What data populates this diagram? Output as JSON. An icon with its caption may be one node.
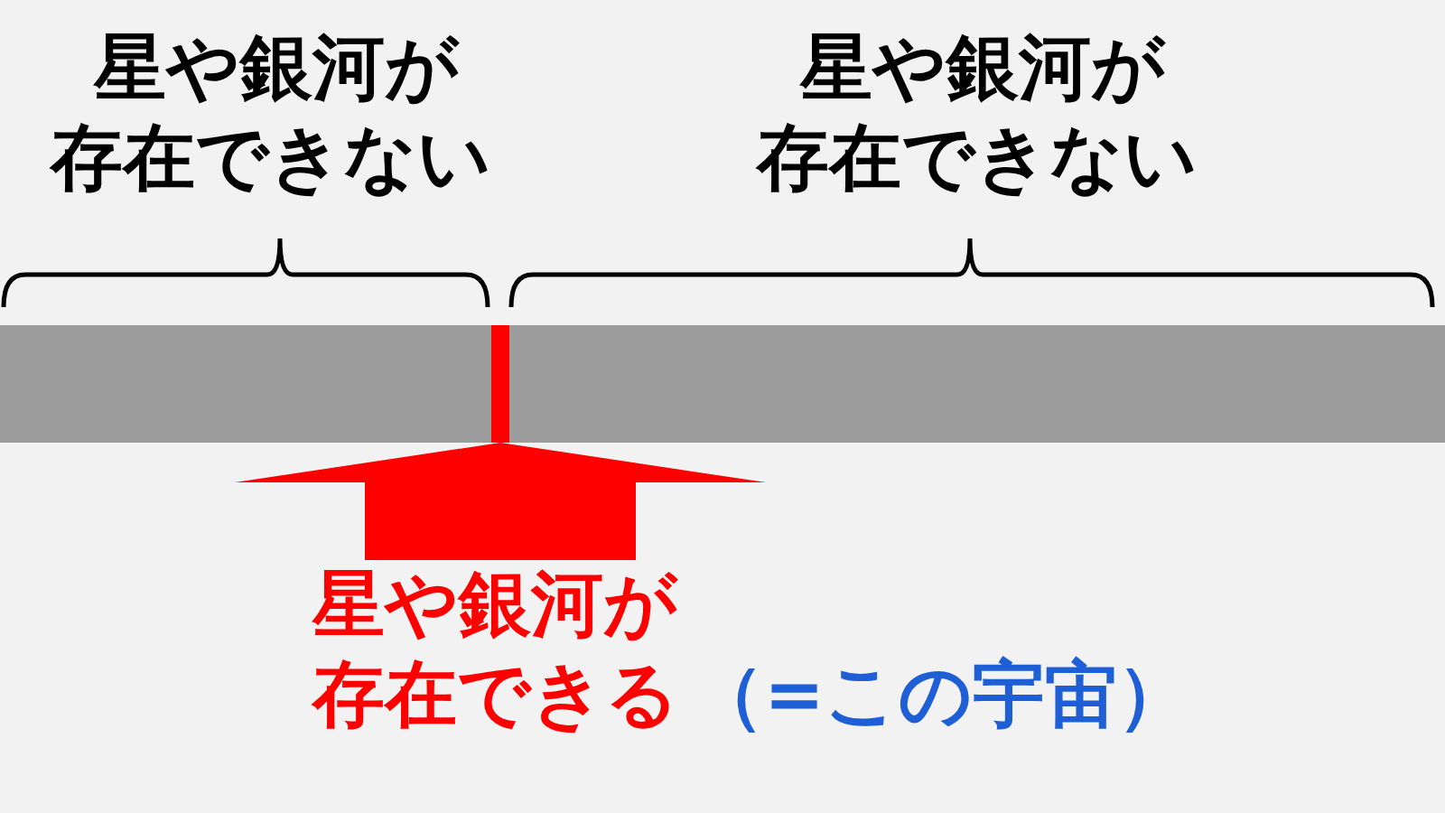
{
  "diagram": {
    "nodes": [
      {
        "text": [],
        "shape": "bar"
      },
      {
        "text": [
          "星や銀河が存在できる"
        ],
        "beside": [
          "（=この宇宙）"
        ]
      }
    ],
    "edges": [
      {
        "from": 1,
        "to": 0,
        "arrow": "to"
      }
    ],
    "labels": [
      "星や銀河が存在できない",
      "星や銀河が存在できない"
    ]
  }
}
